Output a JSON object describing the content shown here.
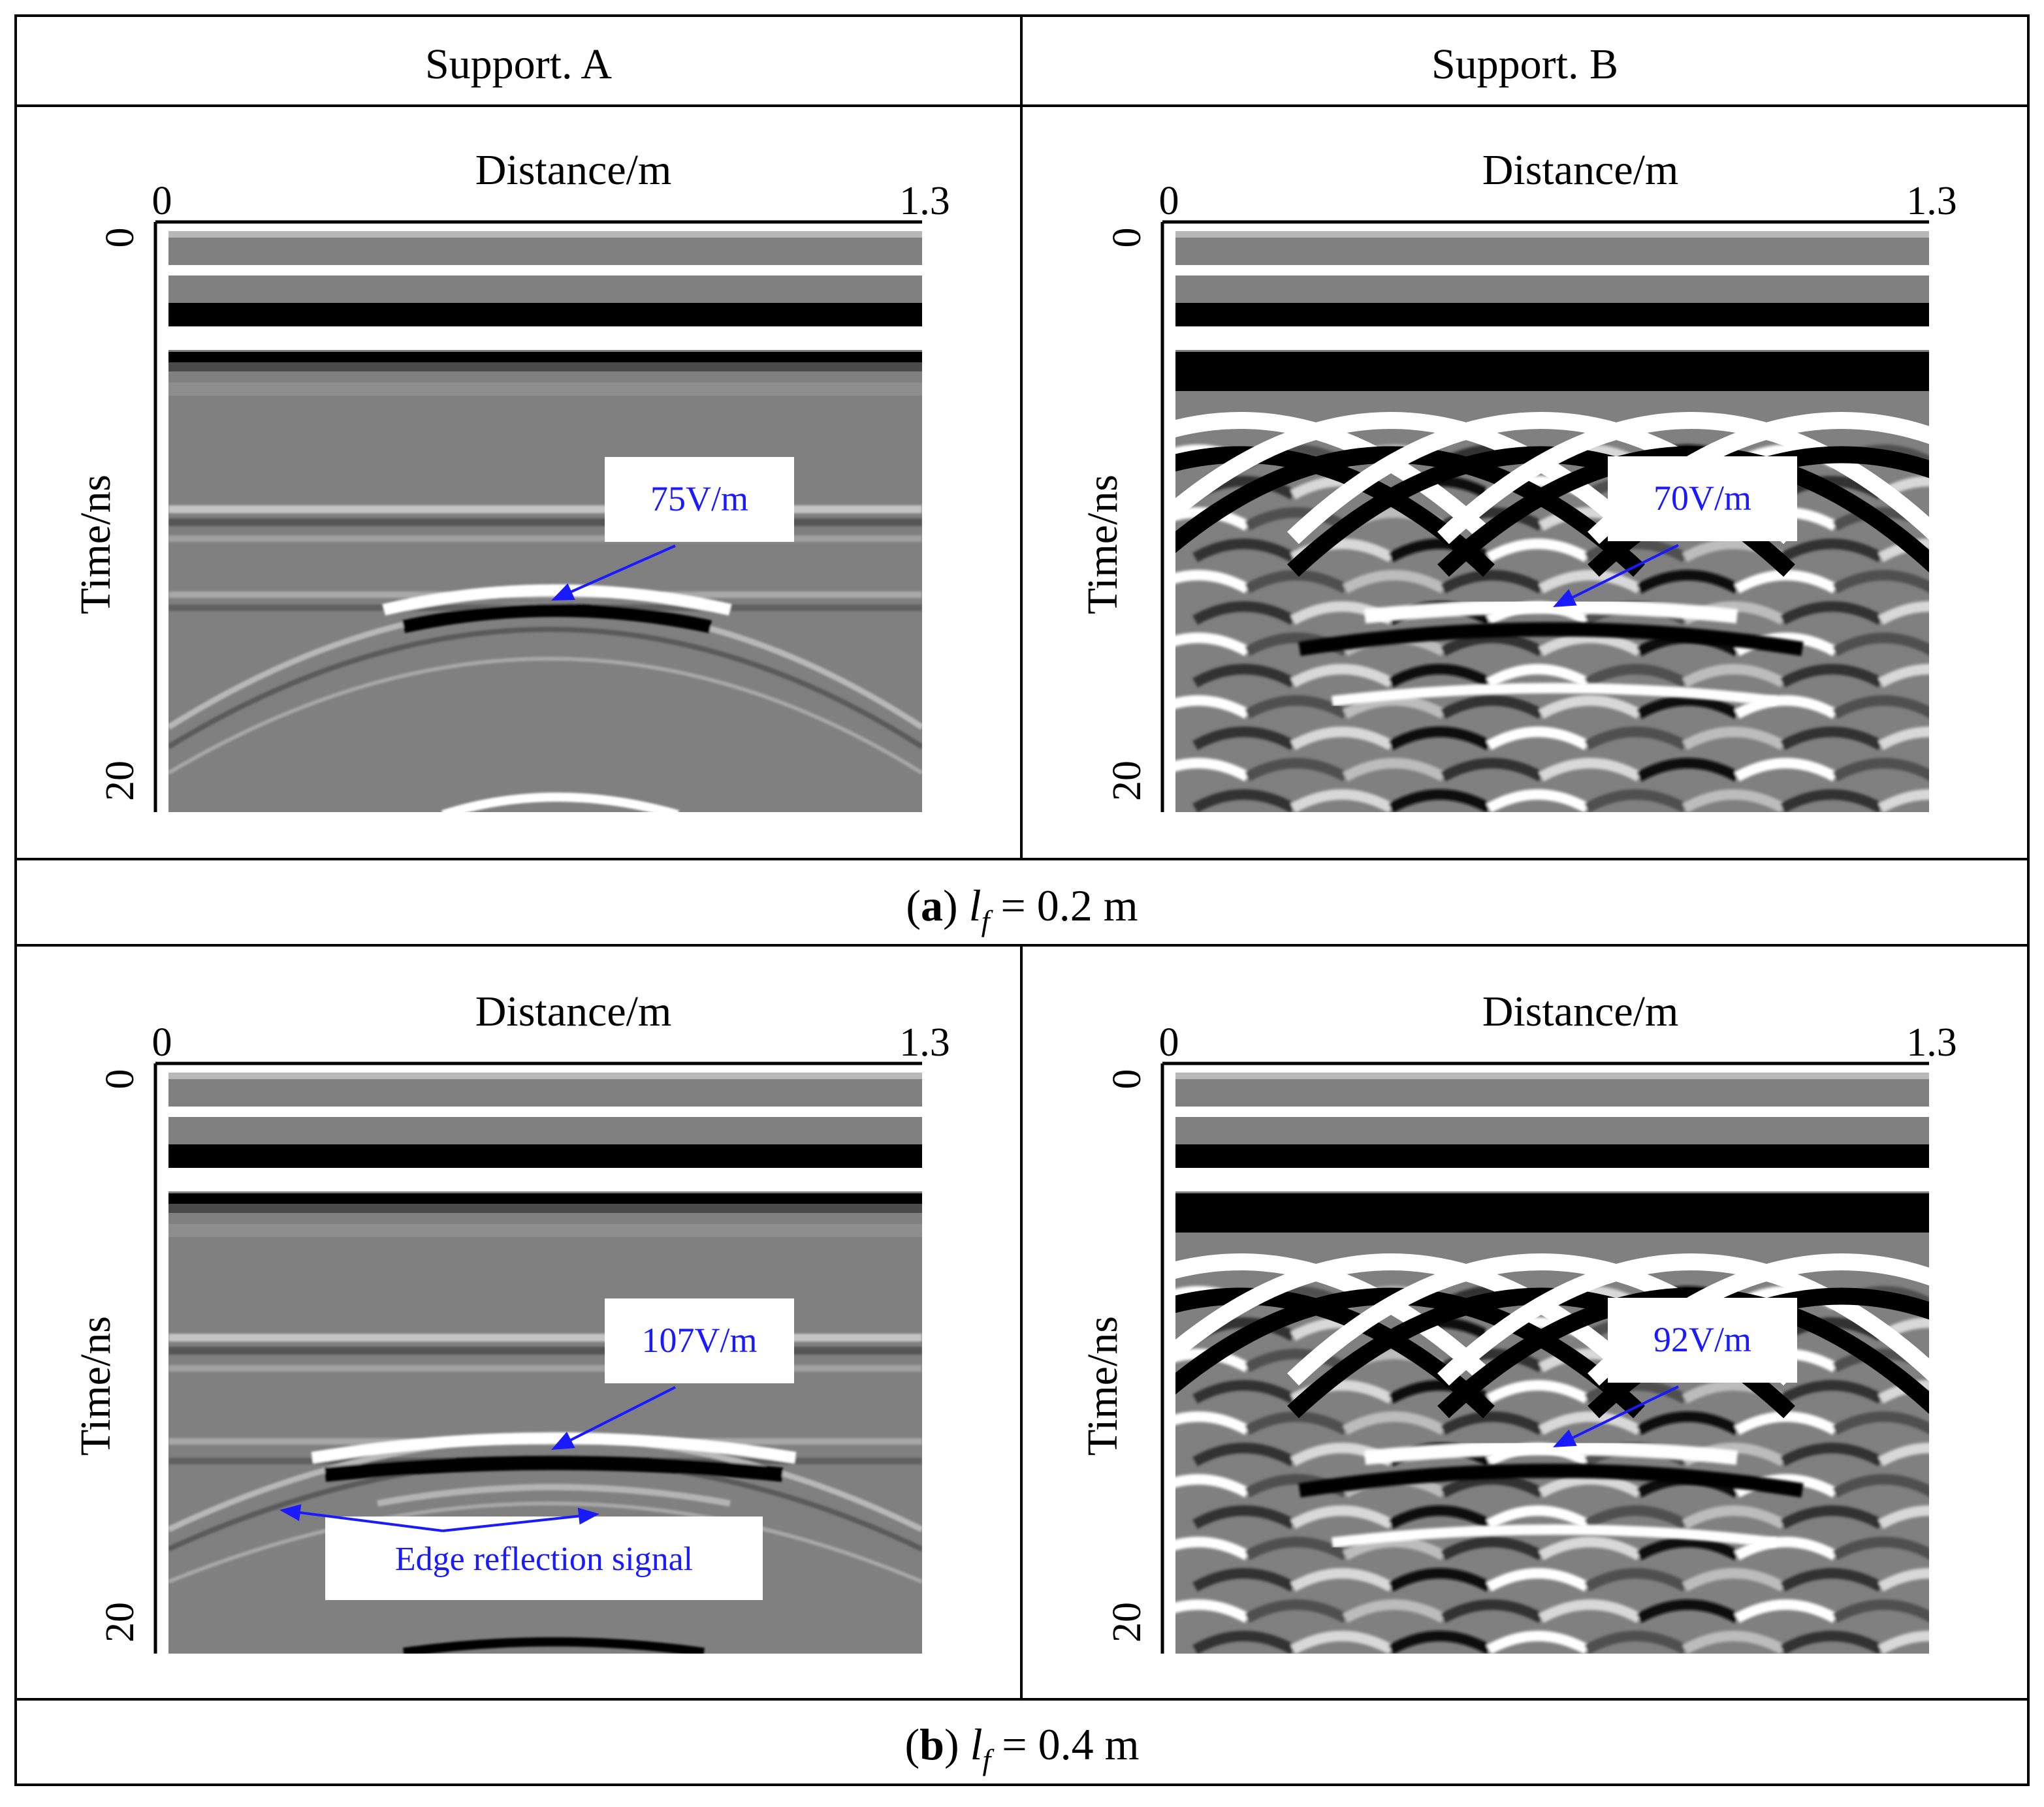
{
  "header": {
    "col_a": "Support. A",
    "col_b": "Support. B"
  },
  "axes": {
    "x_label": "Distance/m",
    "y_label": "Time/ns",
    "x_start": "0",
    "x_end": "1.3",
    "y_start": "0",
    "y_end": "20"
  },
  "rows": [
    {
      "caption_letter": "a",
      "caption_value": "0.2 m",
      "panels": [
        {
          "pattern": "support-a",
          "value_label": "75V/m"
        },
        {
          "pattern": "support-b",
          "value_label": "70V/m"
        }
      ]
    },
    {
      "caption_letter": "b",
      "caption_value": "0.4 m",
      "panels": [
        {
          "pattern": "support-a",
          "value_label": "107V/m",
          "extra_label": "Edge reflection signal"
        },
        {
          "pattern": "support-b",
          "value_label": "92V/m"
        }
      ]
    }
  ],
  "colors": {
    "annotation": "#1a1aff",
    "border": "#000000",
    "radargram_bg": "#808080"
  }
}
